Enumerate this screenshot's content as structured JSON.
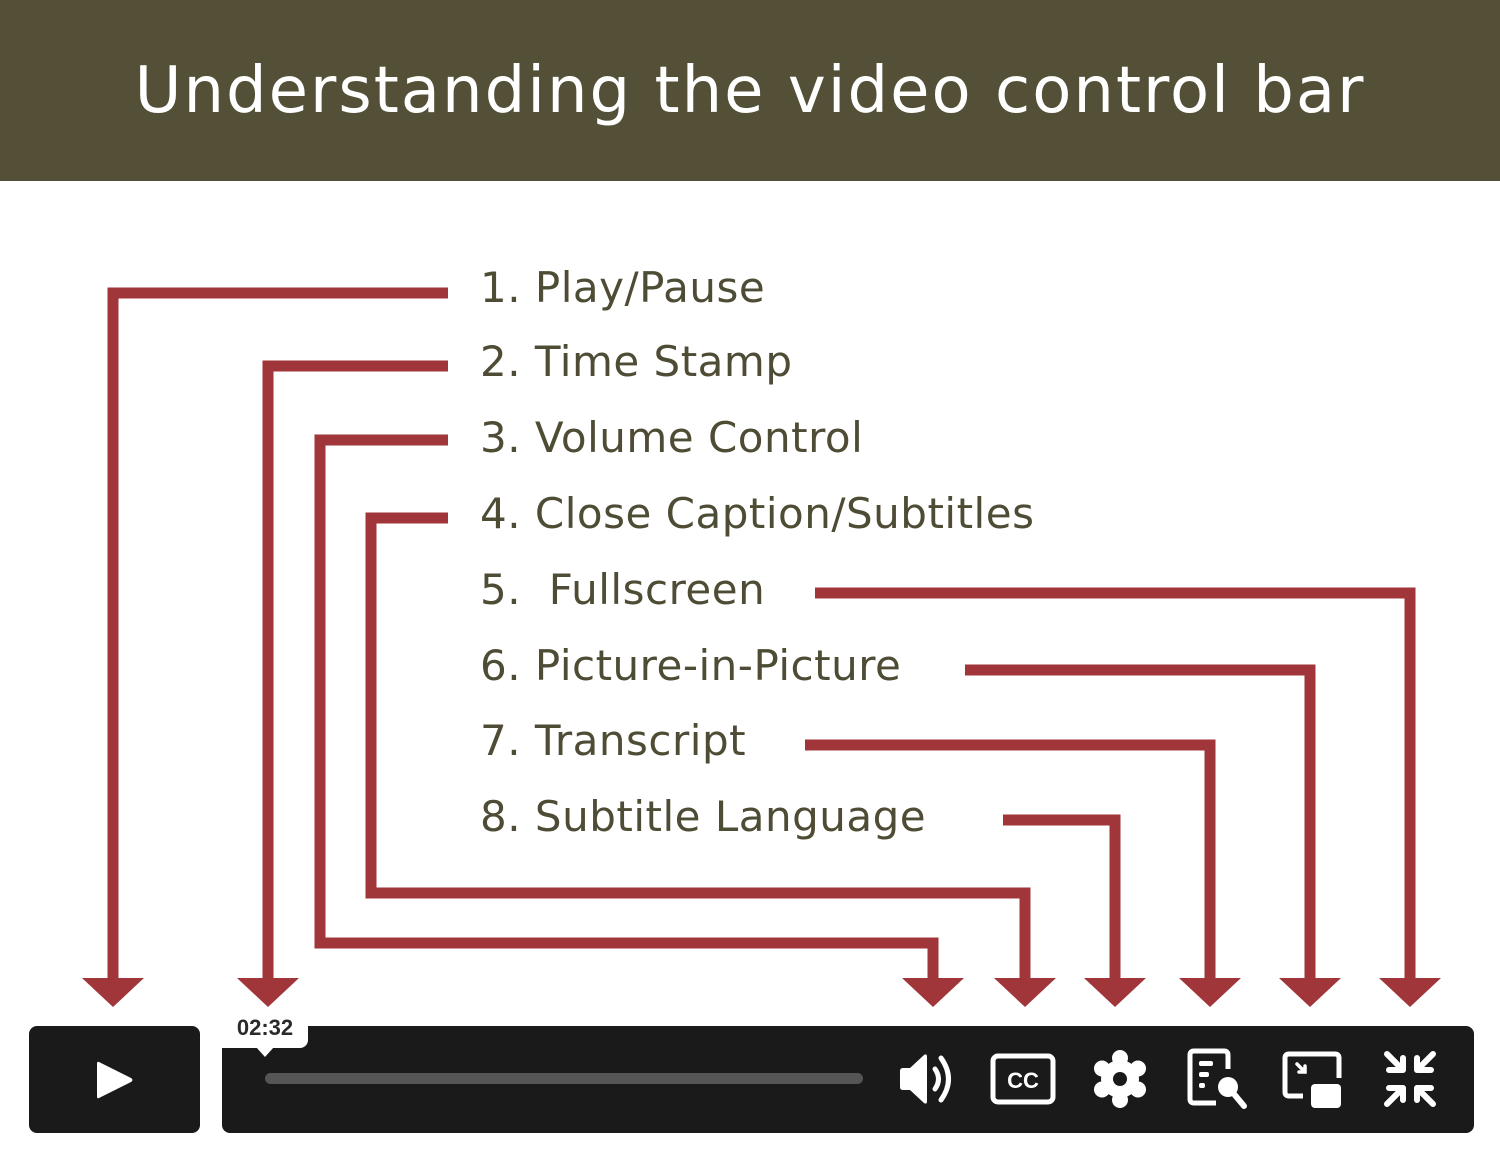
{
  "header": {
    "title": "Understanding the video control bar"
  },
  "colors": {
    "header_bg": "#535037",
    "connector": "#a0353a",
    "label_text": "#4f4c35",
    "control_bar_bg": "#1a1a1a"
  },
  "labels": [
    {
      "number": "1.",
      "text": "Play/Pause"
    },
    {
      "number": "2.",
      "text": "Time Stamp"
    },
    {
      "number": "3.",
      "text": "Volume Control"
    },
    {
      "number": "4.",
      "text": "Close Caption/Subtitles"
    },
    {
      "number": "5.",
      "text": "Fullscreen"
    },
    {
      "number": "6.",
      "text": "Picture-in-Picture"
    },
    {
      "number": "7.",
      "text": "Transcript"
    },
    {
      "number": "8.",
      "text": "Subtitle Language"
    }
  ],
  "label_lines": [
    "1. Play/Pause",
    "2. Time Stamp",
    "3. Volume Control",
    "4. Close Caption/Subtitles",
    "5.  Fullscreen",
    "6. Picture-in-Picture",
    "7. Transcript",
    "8. Subtitle Language"
  ],
  "control_bar": {
    "timestamp": "02:32",
    "progress_percent": 0,
    "icons": [
      "play-icon",
      "volume-icon",
      "closed-caption-icon",
      "settings-gear-icon",
      "transcript-search-icon",
      "picture-in-picture-icon",
      "exit-fullscreen-icon"
    ],
    "cc_text": "CC"
  }
}
